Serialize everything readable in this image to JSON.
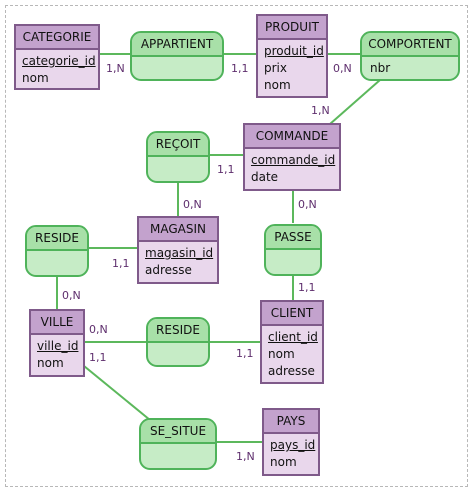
{
  "entities": {
    "categorie": {
      "title": "CATEGORIE",
      "pk": "categorie_id",
      "attrs": [
        "nom"
      ]
    },
    "produit": {
      "title": "PRODUIT",
      "pk": "produit_id",
      "attrs": [
        "prix",
        "nom"
      ]
    },
    "commande": {
      "title": "COMMANDE",
      "pk": "commande_id",
      "attrs": [
        "date"
      ]
    },
    "magasin": {
      "title": "MAGASIN",
      "pk": "magasin_id",
      "attrs": [
        "adresse"
      ]
    },
    "ville": {
      "title": "VILLE",
      "pk": "ville_id",
      "attrs": [
        "nom"
      ]
    },
    "client": {
      "title": "CLIENT",
      "pk": "client_id",
      "attrs": [
        "nom",
        "adresse"
      ]
    },
    "pays": {
      "title": "PAYS",
      "pk": "pays_id",
      "attrs": [
        "nom"
      ]
    }
  },
  "associations": {
    "appartient": {
      "title": "APPARTIENT",
      "attrs": []
    },
    "comporte": {
      "title": "COMPORTENT",
      "attrs": [
        "nbr"
      ]
    },
    "recoit": {
      "title": "REÇOIT",
      "attrs": []
    },
    "reside_magasin": {
      "title": "RESIDE",
      "attrs": []
    },
    "passe": {
      "title": "PASSE",
      "attrs": []
    },
    "reside_client": {
      "title": "RESIDE",
      "attrs": []
    },
    "se_situe": {
      "title": "SE_SITUE",
      "attrs": []
    }
  },
  "cardinalities": {
    "categorie_appartient": "1,N",
    "produit_appartient": "1,1",
    "produit_comporte": "0,N",
    "commande_comporte": "1,N",
    "commande_recoit": "1,1",
    "magasin_recoit": "0,N",
    "magasin_reside": "1,1",
    "ville_reside_magasin": "0,N",
    "commande_passe": "0,N",
    "client_passe": "1,1",
    "ville_reside_client": "0,N",
    "client_reside": "1,1",
    "ville_se_situe": "1,1",
    "pays_se_situe": "1,N"
  },
  "colors": {
    "entity_fill": "#e9d7ec",
    "entity_header": "#c3a2cd",
    "entity_border": "#7f5a8a",
    "assoc_fill": "#c6ecc6",
    "assoc_header": "#a8e0a8",
    "assoc_border": "#4fb35a",
    "link": "#5cb85c",
    "cardinality_text": "#5e2e6d"
  }
}
